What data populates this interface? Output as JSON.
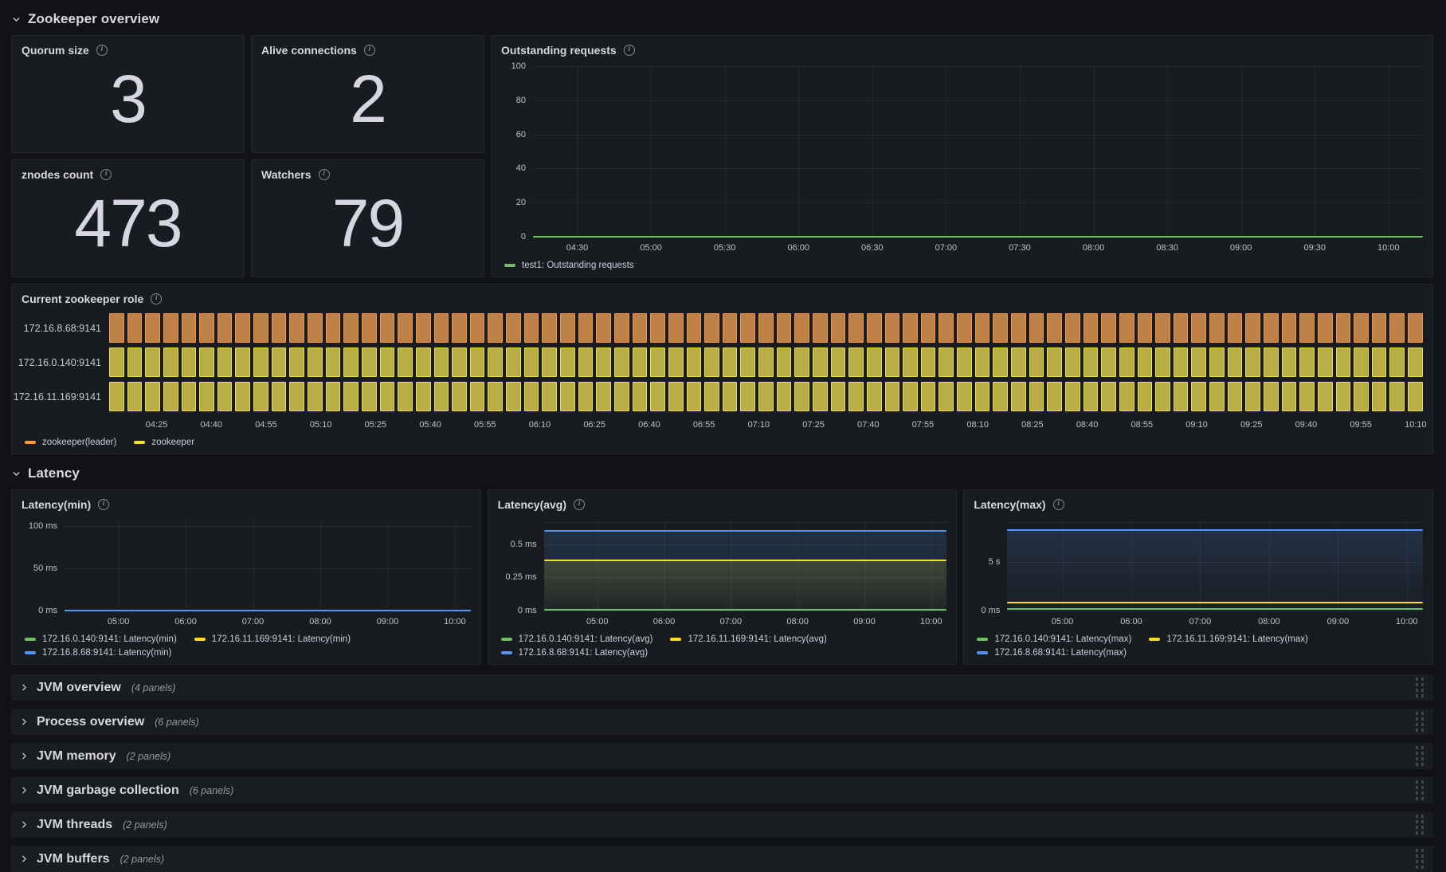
{
  "palette": {
    "green": "#73BF69",
    "yellow": "#FADE2A",
    "blue": "#5794F2",
    "orange": "#FF9830"
  },
  "section_zookeeper": {
    "title": "Zookeeper overview"
  },
  "section_latency": {
    "title": "Latency"
  },
  "stats": [
    {
      "title": "Quorum size",
      "value": "3"
    },
    {
      "title": "Alive connections",
      "value": "2"
    },
    {
      "title": "znodes count",
      "value": "473"
    },
    {
      "title": "Watchers",
      "value": "79"
    }
  ],
  "chart_data": [
    {
      "id": "outstanding",
      "type": "line",
      "title": "Outstanding requests",
      "xlabel": "",
      "ylabel": "",
      "grid": true,
      "legend_position": "bottom",
      "x_start": "04:12",
      "x_end": "10:14",
      "xticks": [
        "04:30",
        "05:00",
        "05:30",
        "06:00",
        "06:30",
        "07:00",
        "07:30",
        "08:00",
        "08:30",
        "09:00",
        "09:30",
        "10:00"
      ],
      "ylim": [
        0,
        100
      ],
      "yticks": [
        {
          "v": 0,
          "label": "0"
        },
        {
          "v": 20,
          "label": "20"
        },
        {
          "v": 40,
          "label": "40"
        },
        {
          "v": 60,
          "label": "60"
        },
        {
          "v": 80,
          "label": "80"
        },
        {
          "v": 100,
          "label": "100"
        }
      ],
      "series": [
        {
          "name": "test1: Outstanding requests",
          "color": "green",
          "value": 0,
          "fill": false
        }
      ],
      "legend": [
        {
          "color": "green",
          "label": "test1: Outstanding requests"
        }
      ]
    },
    {
      "id": "role_timeline",
      "type": "state-timeline",
      "title": "Current zookeeper role",
      "x_start": "04:12",
      "x_end": "10:12",
      "bar_count": 73,
      "xticks": [
        "04:25",
        "04:40",
        "04:55",
        "05:10",
        "05:25",
        "05:40",
        "05:55",
        "06:10",
        "06:25",
        "06:40",
        "06:55",
        "07:10",
        "07:25",
        "07:40",
        "07:55",
        "08:10",
        "08:25",
        "08:40",
        "08:55",
        "09:10",
        "09:25",
        "09:40",
        "09:55",
        "10:10"
      ],
      "rows": [
        {
          "label": "172.16.8.68:9141",
          "state": "zookeeper(leader)"
        },
        {
          "label": "172.16.0.140:9141",
          "state": "zookeeper"
        },
        {
          "label": "172.16.11.169:9141",
          "state": "zookeeper"
        }
      ],
      "states": {
        "zookeeper(leader)": {
          "fill": "#BD8148",
          "border": "#F2964B"
        },
        "zookeeper": {
          "fill": "#B8AE45",
          "border": "#F0DF4B"
        }
      },
      "legend": [
        {
          "color": "orange",
          "label": "zookeeper(leader)"
        },
        {
          "color": "yellow",
          "label": "zookeeper"
        }
      ]
    },
    {
      "id": "latency_min",
      "type": "line",
      "title": "Latency(min)",
      "xlabel": "",
      "ylabel": "",
      "grid": true,
      "legend_position": "bottom",
      "x_start": "04:12",
      "x_end": "10:14",
      "xticks": [
        "05:00",
        "06:00",
        "07:00",
        "08:00",
        "09:00",
        "10:00"
      ],
      "ylim": [
        0,
        107
      ],
      "yticks": [
        {
          "v": 0,
          "label": "0 ms"
        },
        {
          "v": 50,
          "label": "50 ms"
        },
        {
          "v": 100,
          "label": "100 ms"
        }
      ],
      "series": [
        {
          "name": "172.16.0.140:9141: Latency(min)",
          "color": "green",
          "value": 0,
          "fill": false
        },
        {
          "name": "172.16.11.169:9141: Latency(min)",
          "color": "yellow",
          "value": 0,
          "fill": false
        },
        {
          "name": "172.16.8.68:9141: Latency(min)",
          "color": "blue",
          "value": 0,
          "fill": false
        }
      ],
      "legend": [
        {
          "color": "green",
          "label": "172.16.0.140:9141: Latency(min)"
        },
        {
          "color": "yellow",
          "label": "172.16.11.169:9141: Latency(min)"
        },
        {
          "color": "blue",
          "label": "172.16.8.68:9141: Latency(min)"
        }
      ]
    },
    {
      "id": "latency_avg",
      "type": "line",
      "title": "Latency(avg)",
      "xlabel": "",
      "ylabel": "",
      "grid": true,
      "legend_position": "bottom",
      "x_start": "04:12",
      "x_end": "10:14",
      "xticks": [
        "05:00",
        "06:00",
        "07:00",
        "08:00",
        "09:00",
        "10:00"
      ],
      "ylim": [
        0,
        0.68
      ],
      "yticks": [
        {
          "v": 0,
          "label": "0 ms"
        },
        {
          "v": 0.25,
          "label": "0.25 ms"
        },
        {
          "v": 0.5,
          "label": "0.5 ms"
        },
        {
          "v": 0.665,
          "label": ""
        }
      ],
      "series": [
        {
          "name": "172.16.0.140:9141: Latency(avg)",
          "color": "green",
          "value": 0.005,
          "fill": false
        },
        {
          "name": "172.16.11.169:9141: Latency(avg)",
          "color": "yellow",
          "value": 0.38,
          "fill": true
        },
        {
          "name": "172.16.8.68:9141: Latency(avg)",
          "color": "blue",
          "value": 0.6,
          "fill": true
        }
      ],
      "legend": [
        {
          "color": "green",
          "label": "172.16.0.140:9141: Latency(avg)"
        },
        {
          "color": "yellow",
          "label": "172.16.11.169:9141: Latency(avg)"
        },
        {
          "color": "blue",
          "label": "172.16.8.68:9141: Latency(avg)"
        }
      ]
    },
    {
      "id": "latency_max",
      "type": "line",
      "title": "Latency(max)",
      "xlabel": "",
      "ylabel": "",
      "grid": true,
      "legend_position": "bottom",
      "x_start": "04:12",
      "x_end": "10:14",
      "xticks": [
        "05:00",
        "06:00",
        "07:00",
        "08:00",
        "09:00",
        "10:00"
      ],
      "ylim": [
        0,
        9.3
      ],
      "yticks": [
        {
          "v": 0,
          "label": "0 ms"
        },
        {
          "v": 5,
          "label": "5 s"
        },
        {
          "v": 9.1,
          "label": ""
        }
      ],
      "series": [
        {
          "name": "172.16.0.140:9141: Latency(max)",
          "color": "green",
          "value": 0.18,
          "fill": false
        },
        {
          "name": "172.16.11.169:9141: Latency(max)",
          "color": "yellow",
          "value": 0.8,
          "fill": false
        },
        {
          "name": "172.16.8.68:9141: Latency(max)",
          "color": "blue",
          "value": 8.35,
          "fill": true
        }
      ],
      "legend": [
        {
          "color": "green",
          "label": "172.16.0.140:9141: Latency(max)"
        },
        {
          "color": "yellow",
          "label": "172.16.11.169:9141: Latency(max)"
        },
        {
          "color": "blue",
          "label": "172.16.8.68:9141: Latency(max)"
        }
      ]
    }
  ],
  "collapsed_sections": [
    {
      "title": "JVM overview",
      "panels": "(4 panels)"
    },
    {
      "title": "Process overview",
      "panels": "(6 panels)"
    },
    {
      "title": "JVM memory",
      "panels": "(2 panels)"
    },
    {
      "title": "JVM garbage collection",
      "panels": "(6 panels)"
    },
    {
      "title": "JVM threads",
      "panels": "(2 panels)"
    },
    {
      "title": "JVM buffers",
      "panels": "(2 panels)"
    }
  ]
}
